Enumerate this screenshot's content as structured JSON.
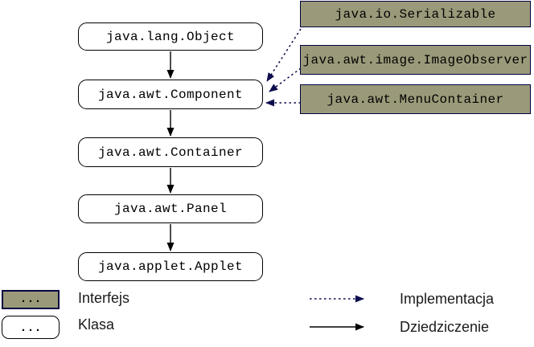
{
  "diagram": {
    "classes": [
      {
        "id": "object",
        "label": "java.lang.Object"
      },
      {
        "id": "component",
        "label": "java.awt.Component"
      },
      {
        "id": "container",
        "label": "java.awt.Container"
      },
      {
        "id": "panel",
        "label": "java.awt.Panel"
      },
      {
        "id": "applet",
        "label": "java.applet.Applet"
      }
    ],
    "interfaces": [
      {
        "id": "serializable",
        "label": "java.io.Serializable"
      },
      {
        "id": "imageobserver",
        "label": "java.awt.image.ImageObserver"
      },
      {
        "id": "menucontainer",
        "label": "java.awt.MenuContainer"
      }
    ],
    "inheritance_edges": [
      {
        "from": "java.lang.Object",
        "to": "java.awt.Component"
      },
      {
        "from": "java.awt.Component",
        "to": "java.awt.Container"
      },
      {
        "from": "java.awt.Container",
        "to": "java.awt.Panel"
      },
      {
        "from": "java.awt.Panel",
        "to": "java.applet.Applet"
      }
    ],
    "implementation_edges": [
      {
        "interface": "java.io.Serializable",
        "implementor": "java.awt.Component"
      },
      {
        "interface": "java.awt.image.ImageObserver",
        "implementor": "java.awt.Component"
      },
      {
        "interface": "java.awt.MenuContainer",
        "implementor": "java.awt.Component"
      }
    ]
  },
  "legend": {
    "interface_swatch_text": "...",
    "class_swatch_text": "...",
    "interface_label": "Interfejs",
    "class_label": "Klasa",
    "implementation_label": "Implementacja",
    "inheritance_label": "Dziedziczenie"
  },
  "colors": {
    "background": "#ffffff",
    "interface_fill": "#9a9a7a",
    "interface_border": "#000040",
    "class_fill": "#ffffff",
    "class_border": "#000000",
    "implementation_arrow": "#0d0d4d",
    "inheritance_arrow": "#000000",
    "text": "#000000"
  }
}
